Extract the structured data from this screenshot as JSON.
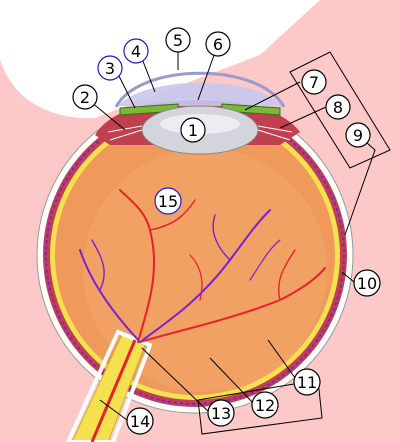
{
  "colors": {
    "background_pink": "#fcc8c8",
    "sclera_white": "#ffffff",
    "vitreous": "#ef9a5a",
    "lens": "#d4d4dc",
    "cornea": "#c8c8ee",
    "iris_green": "#7ab838",
    "nerve_yellow": "#f5e050",
    "artery_red": "#e8202a",
    "vein_purple": "#7a22d0",
    "callout_blue": "#1a1acc"
  },
  "labels": [
    {
      "id": "1",
      "text": "1",
      "style": "black"
    },
    {
      "id": "2",
      "text": "2",
      "style": "black"
    },
    {
      "id": "3",
      "text": "3",
      "style": "blue"
    },
    {
      "id": "4",
      "text": "4",
      "style": "blue"
    },
    {
      "id": "5",
      "text": "5",
      "style": "black"
    },
    {
      "id": "6",
      "text": "6",
      "style": "black"
    },
    {
      "id": "7",
      "text": "7",
      "style": "black"
    },
    {
      "id": "8",
      "text": "8",
      "style": "black"
    },
    {
      "id": "9",
      "text": "9",
      "style": "black"
    },
    {
      "id": "10",
      "text": "10",
      "style": "black"
    },
    {
      "id": "11",
      "text": "11",
      "style": "black"
    },
    {
      "id": "12",
      "text": "12",
      "style": "black"
    },
    {
      "id": "13",
      "text": "13",
      "style": "black"
    },
    {
      "id": "14",
      "text": "14",
      "style": "black"
    },
    {
      "id": "15",
      "text": "15",
      "style": "blue"
    }
  ]
}
